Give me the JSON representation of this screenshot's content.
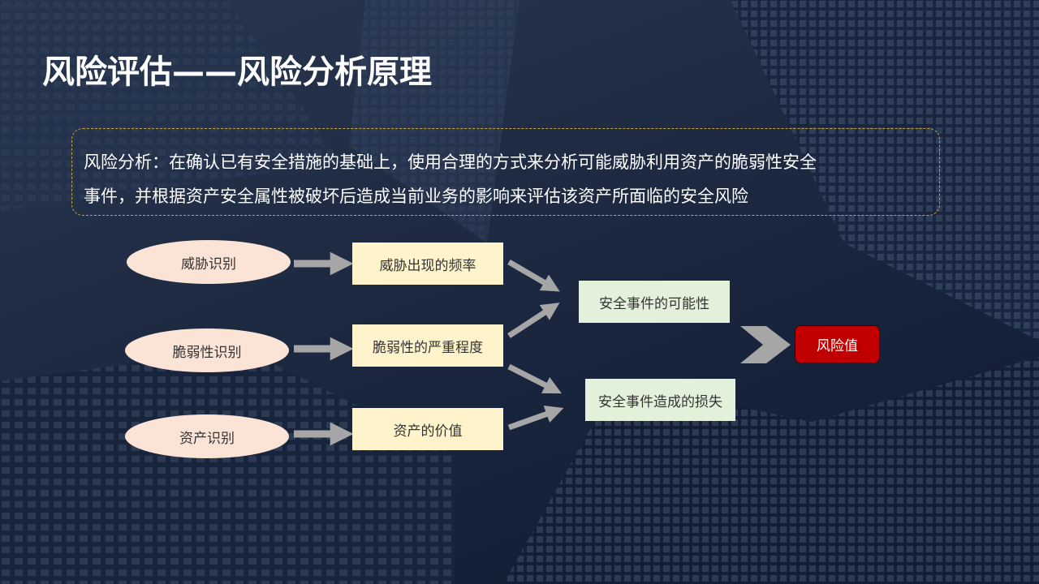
{
  "title": "风险评估——风险分析原理",
  "definition": {
    "line1": "风险分析：在确认已有安全措施的基础上，使用合理的方式来分析可能威胁利用资产的脆弱性安全",
    "line2": "事件，并根据资产安全属性被破坏后造成当前业务的影响来评估该资产所面临的安全风险"
  },
  "identification": {
    "threat": "威胁识别",
    "vulnerability": "脆弱性识别",
    "asset": "资产识别"
  },
  "factors": {
    "threat_frequency": "威胁出现的频率",
    "vulnerability_severity": "脆弱性的严重程度",
    "asset_value": "资产的价值"
  },
  "events": {
    "likelihood": "安全事件的可能性",
    "loss": "安全事件造成的损失"
  },
  "result": {
    "risk_value": "风险值"
  },
  "colors": {
    "oval_fill": "#fbe4d6",
    "factor_fill": "#fff3cc",
    "event_fill": "#e4f1da",
    "risk_fill": "#c00000",
    "arrow": "#a6a6a6",
    "dashed_border": "#c9a43a"
  }
}
